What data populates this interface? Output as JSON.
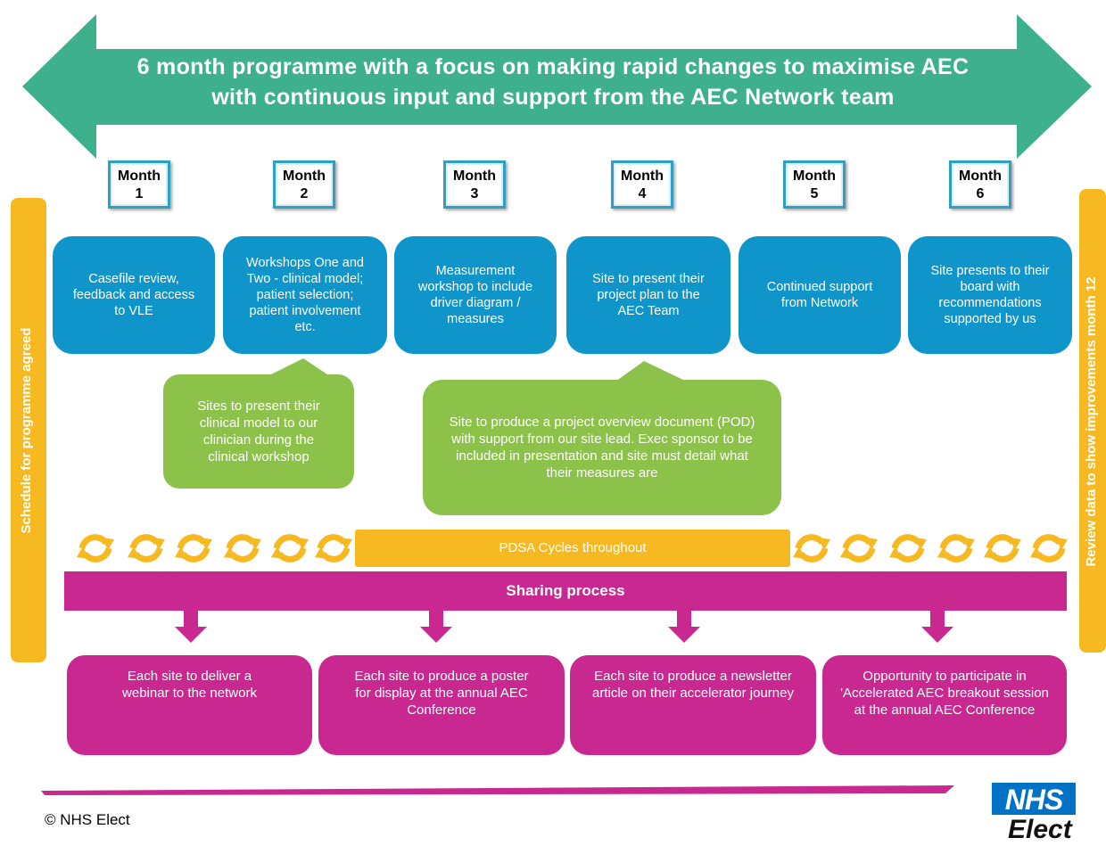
{
  "banner": {
    "line1": "6 month programme with a focus on making rapid changes to maximise AEC",
    "line2": "with continuous input and support from the AEC Network team"
  },
  "sidebars": {
    "left": "Schedule for programme agreed",
    "right": "Review data to show improvements month 12"
  },
  "months": [
    {
      "word": "Month",
      "num": "1",
      "text": "Casefile review, feedback and access to VLE"
    },
    {
      "word": "Month",
      "num": "2",
      "text": "Workshops One and Two - clinical model; patient selection; patient involvement  etc."
    },
    {
      "word": "Month",
      "num": "3",
      "text": "Measurement workshop to include driver diagram / measures"
    },
    {
      "word": "Month",
      "num": "4",
      "text": "Site to present their project plan to the AEC Team"
    },
    {
      "word": "Month",
      "num": "5",
      "text": "Continued support from Network"
    },
    {
      "word": "Month",
      "num": "6",
      "text": "Site presents to their board with recommendations supported by us"
    }
  ],
  "callouts": [
    {
      "text": "Sites to present their clinical model to our clinician during the clinical workshop"
    },
    {
      "text": "Site to produce a project overview document (POD) with support from our site lead.  Exec sponsor to be included in presentation and site must detail what their measures are"
    }
  ],
  "pdsa_label": "PDSA Cycles throughout",
  "sharing_label": "Sharing process",
  "outputs": [
    {
      "text": "Each site to deliver a webinar to the network"
    },
    {
      "text": "Each site to produce a poster for display at the annual AEC Conference"
    },
    {
      "text": "Each site to produce a newsletter article on their accelerator journey"
    },
    {
      "text": "Opportunity to participate in 'Accelerated AEC breakout session at the annual AEC Conference"
    }
  ],
  "footer": {
    "copyright": "© NHS Elect",
    "logo_nhs": "NHS",
    "logo_elect": "Elect"
  },
  "colors": {
    "arrow": "#3fb08c",
    "blue": "#0f95c9",
    "green": "#8cc24a",
    "amber": "#f7b921",
    "magenta": "#c8288f"
  }
}
